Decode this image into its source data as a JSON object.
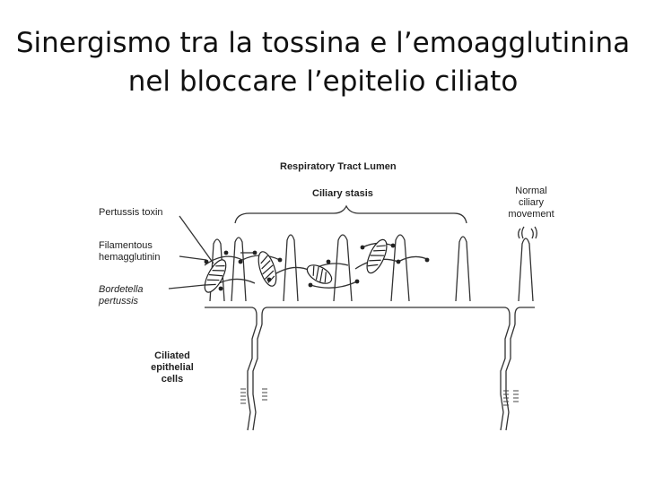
{
  "slide": {
    "title_line1": "Sinergismo tra la tossina e l’emoagglutinina",
    "title_line2": "nel bloccare l’epitelio ciliato"
  },
  "diagram": {
    "lumen_label": "Respiratory Tract Lumen",
    "stasis_label": "Ciliary stasis",
    "normal_label_line1": "Normal",
    "normal_label_line2": "ciliary",
    "normal_label_line3": "movement",
    "toxin_label": "Pertussis toxin",
    "fha_label_line1": "Filamentous",
    "fha_label_line2": "hemagglutinin",
    "bacteria_label_line1": "Bordetella",
    "bacteria_label_line2": "pertussis",
    "cells_label_line1": "Ciliated",
    "cells_label_line2": "epithelial",
    "cells_label_line3": "cells"
  }
}
